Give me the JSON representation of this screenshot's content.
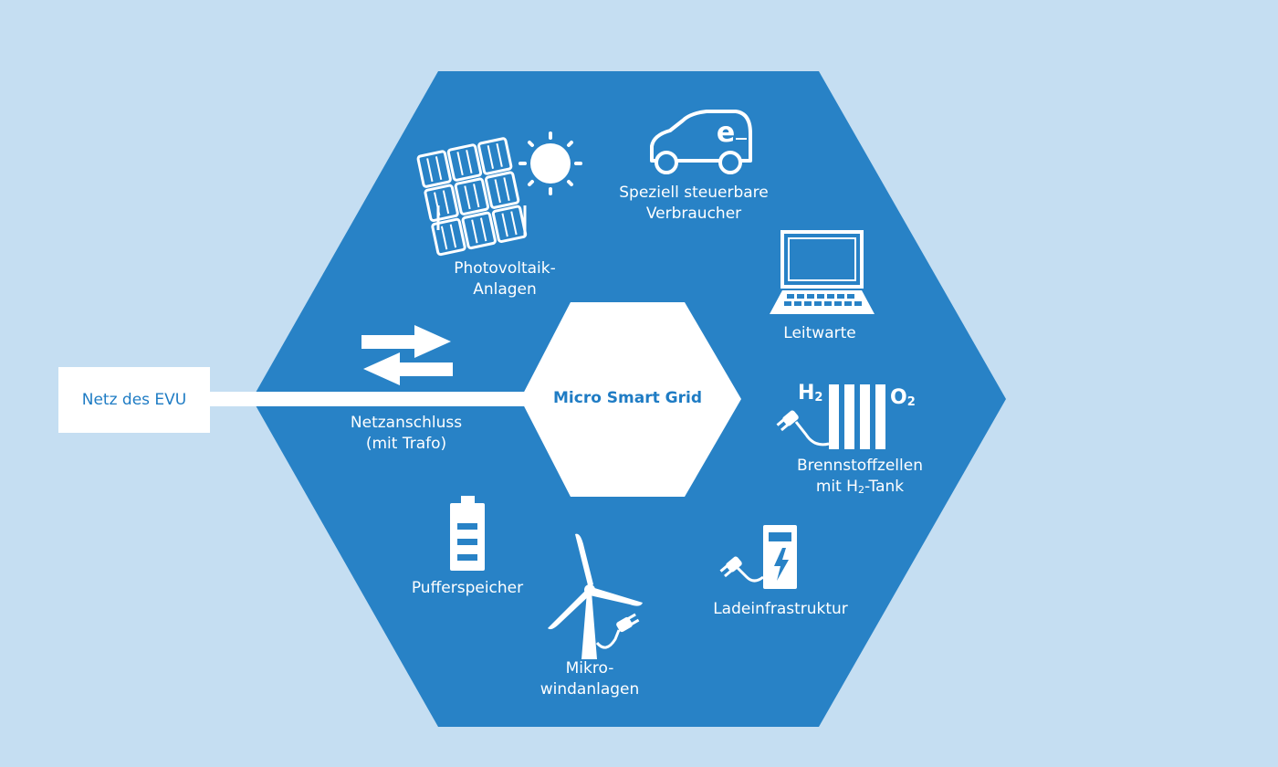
{
  "colors": {
    "background": "#c5def2",
    "hexagon": "#2882c6",
    "icon": "#ffffff",
    "accent_text": "#1f7cc4"
  },
  "external": {
    "label": "Netz des EVU"
  },
  "center": {
    "label": "Micro Smart Grid"
  },
  "connection": {
    "line1": "Netzanschluss",
    "line2": "(mit Trafo)",
    "icon": "two-way-arrows-icon"
  },
  "components": {
    "photovoltaik": {
      "line1": "Photovoltaik-",
      "line2": "Anlagen",
      "icon": "solar-panel-sun-icon"
    },
    "verbraucher": {
      "line1": "Speziell steuerbare",
      "line2": "Verbraucher",
      "icon": "electric-car-icon",
      "icon_letter": "e"
    },
    "leitwarte": {
      "line1": "Leitwarte",
      "icon": "laptop-icon"
    },
    "brennstoff": {
      "line1": "Brennstoffzellen",
      "line2_pre": "mit H",
      "line2_sub": "2",
      "line2_post": "-Tank",
      "h2_main": "H",
      "h2_sub": "2",
      "o2_main": "O",
      "o2_sub": "2",
      "icon": "fuel-cell-icon"
    },
    "lade": {
      "line1": "Ladeinfrastruktur",
      "icon": "charging-station-icon"
    },
    "wind": {
      "line1": "Mikro-",
      "line2": "windanlagen",
      "icon": "wind-turbine-icon"
    },
    "puffer": {
      "line1": "Pufferspeicher",
      "icon": "battery-icon"
    }
  }
}
